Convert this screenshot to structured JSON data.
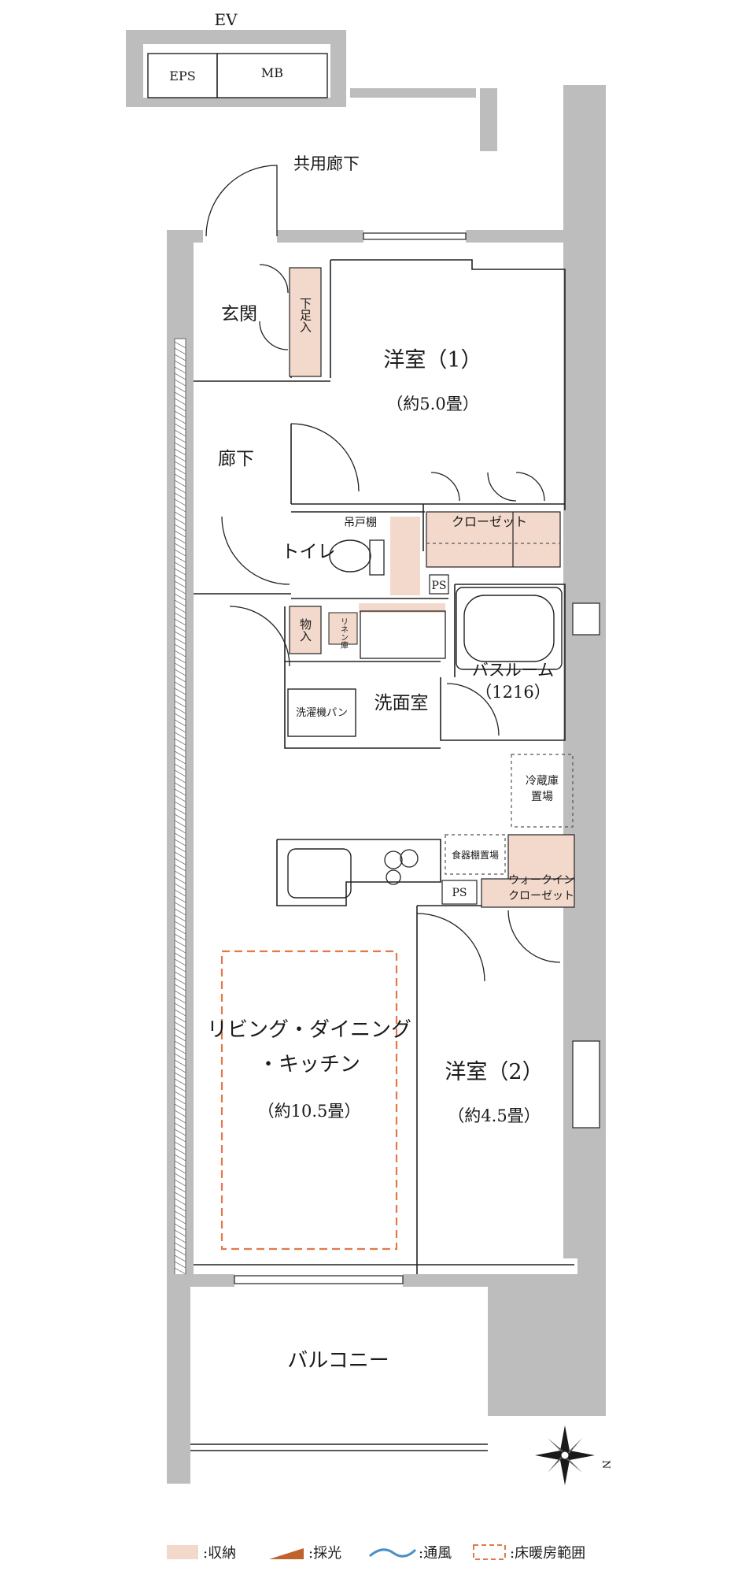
{
  "floorplan": {
    "shared": {
      "ev": "EV",
      "eps": "EPS",
      "mb": "MB",
      "common_corridor": "共用廊下"
    },
    "rooms": {
      "entrance": "玄関",
      "shoe_box": "下足入",
      "corridor": "廊下",
      "western1_name": "洋室（1）",
      "western1_size": "（約5.0畳）",
      "closet": "クローゼット",
      "hanging_shelf": "吊戸棚",
      "toilet": "トイレ",
      "ps1": "PS",
      "storage": "物入",
      "linen": "リネン庫",
      "bathroom_name": "バスルーム",
      "bathroom_size": "（1216）",
      "washroom": "洗面室",
      "washing_pan": "洗濯機パン",
      "fridge_line1": "冷蔵庫",
      "fridge_line2": "置場",
      "dish_shelf": "食器棚置場",
      "ps2": "PS",
      "walkin_line1": "ウォークイン",
      "walkin_line2": "クローゼット",
      "ldk_line1": "リビング・ダイニング",
      "ldk_line2": "・キッチン",
      "ldk_size": "（約10.5畳）",
      "western2_name": "洋室（2）",
      "western2_size": "（約4.5畳）",
      "balcony": "バルコニー"
    },
    "compass": {
      "north": "N"
    },
    "legend": {
      "storage": ":収納",
      "daylight": ":採光",
      "ventilation": ":通風",
      "floor_heating": ":床暖房範囲"
    },
    "colors": {
      "wall": "#bdbdbd",
      "storage": "#f3d9cc",
      "floor_heating": "#e07a4a",
      "daylight": "#c0622b",
      "ventilation": "#4a8fc7"
    }
  }
}
